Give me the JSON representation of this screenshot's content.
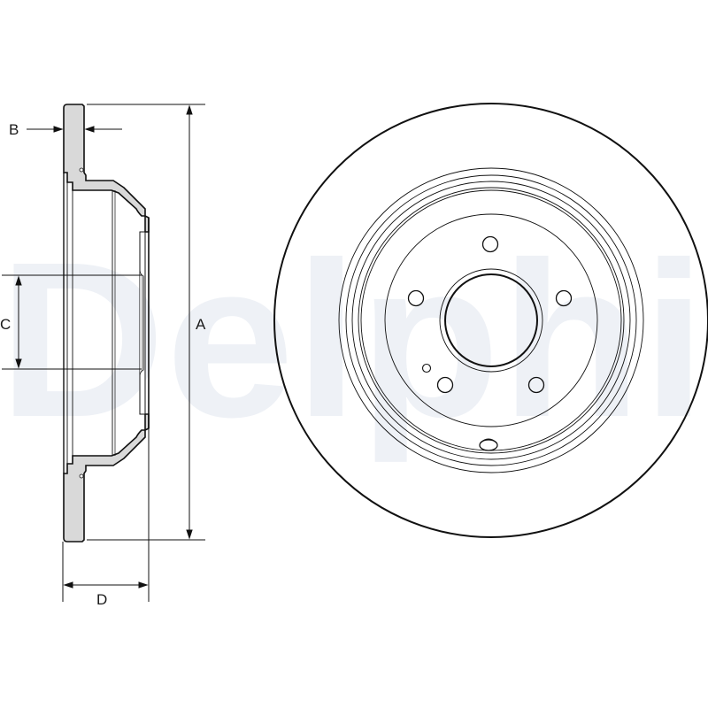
{
  "diagram": {
    "title": "Brake disc technical drawing",
    "watermark": {
      "text": "Delphi",
      "color": "#eef1f6"
    },
    "colors": {
      "line": "#111111",
      "section_fill": "#d9d9d9",
      "background": "#ffffff"
    },
    "side_view": {
      "dimension_labels": {
        "A": "A",
        "B": "B",
        "C": "C",
        "D": "D"
      }
    },
    "front_view": {
      "stud_holes": 5,
      "small_holes": 1,
      "center_bore": true,
      "notch": true
    }
  }
}
